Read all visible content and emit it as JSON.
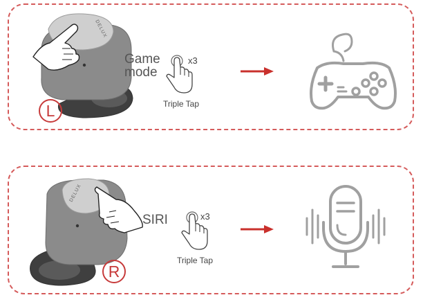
{
  "panels": [
    {
      "action": "Game\nmode",
      "gesture": "Triple Tap",
      "count": "x3",
      "side": "L",
      "brand": "DELUX",
      "result_icon": "gamepad-icon"
    },
    {
      "action": "SIRI",
      "gesture": "Triple Tap",
      "count": "x3",
      "side": "R",
      "brand": "DELUX",
      "result_icon": "microphone-icon"
    }
  ],
  "colors": {
    "border": "#d55b5b",
    "arrow": "#c9302c",
    "earbud_body": "#8b8b8b",
    "earbud_top": "#cfcfcf",
    "ear_tip": "#3f3f3f",
    "icon_stroke": "#a0a0a0"
  }
}
